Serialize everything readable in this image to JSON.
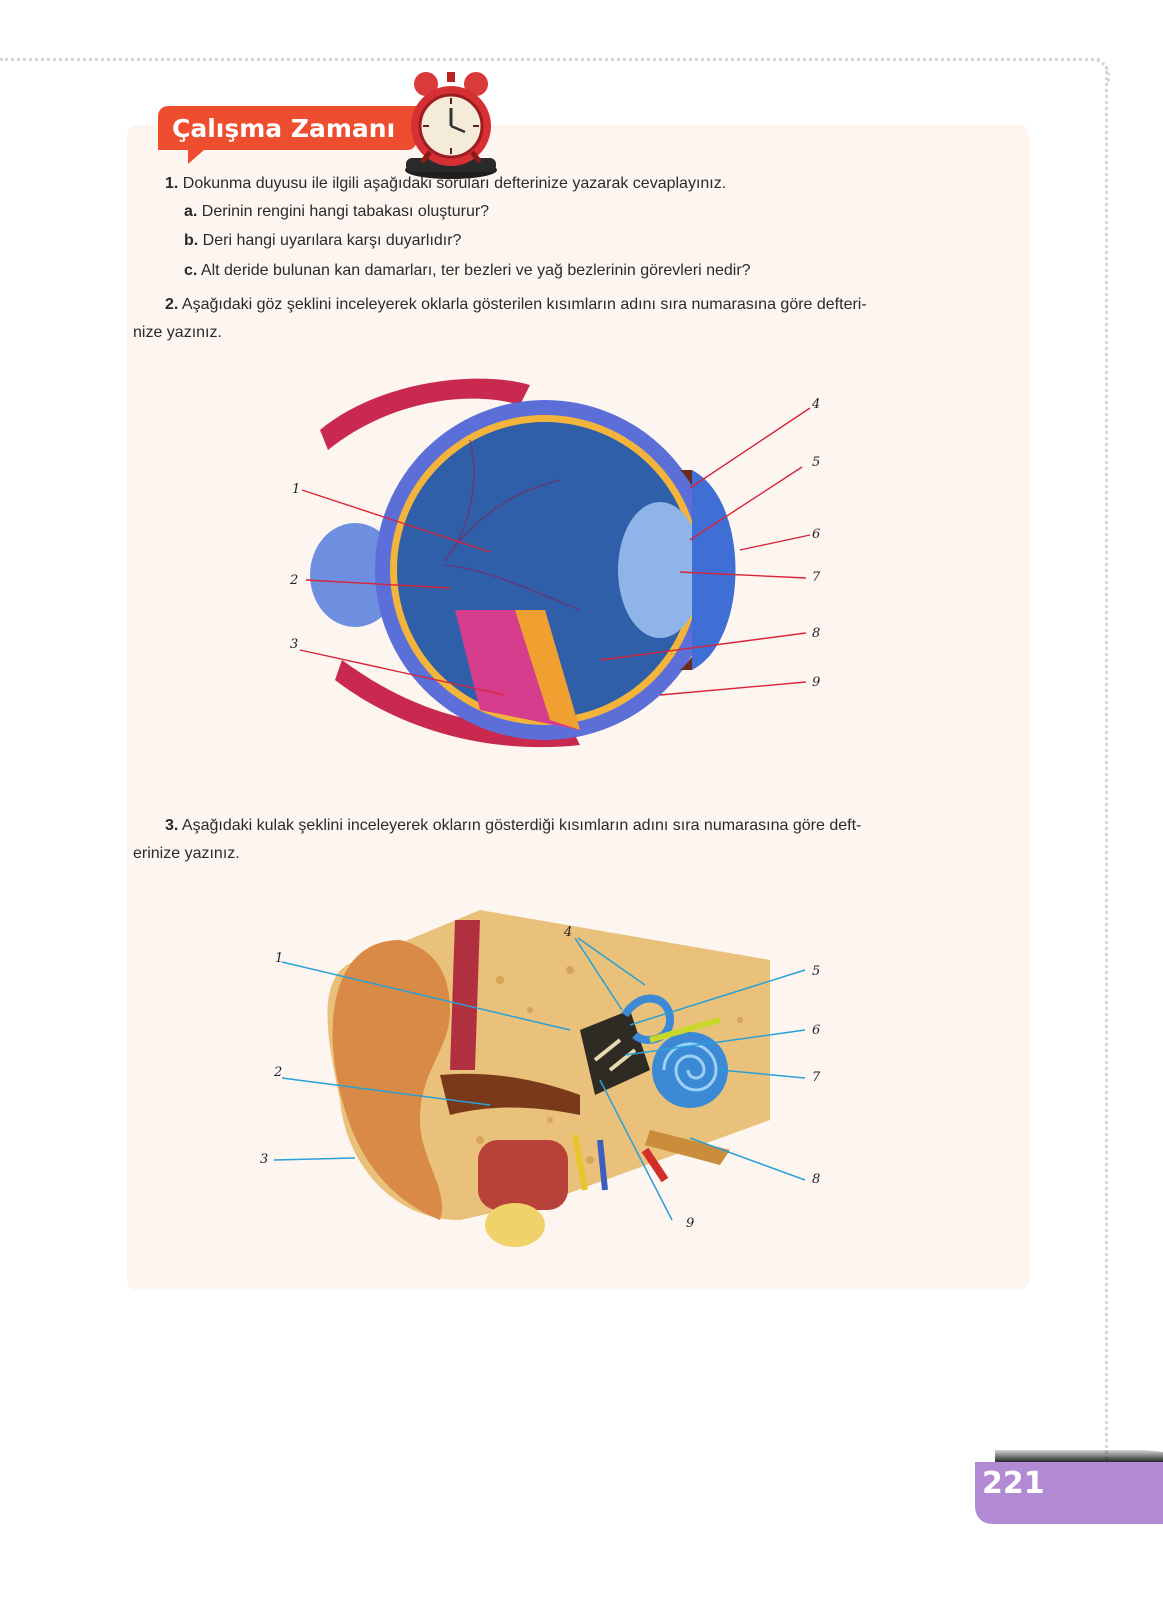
{
  "section": {
    "title": "Çalışma Zamanı"
  },
  "questions": {
    "q1": {
      "number": "1.",
      "text": "Dokunma duyusu ile ilgili aşağıdaki soruları defterinize yazarak cevaplayınız.",
      "items": [
        {
          "letter": "a.",
          "text": "Derinin rengini hangi tabakası oluşturur?"
        },
        {
          "letter": "b.",
          "text": "Deri hangi uyarılara karşı duyarlıdır?"
        },
        {
          "letter": "c.",
          "text": "Alt deride bulunan kan damarları, ter bezleri ve yağ bezlerinin görevleri nedir?"
        }
      ]
    },
    "q2": {
      "number": "2.",
      "text_line1": "Aşağıdaki göz şeklini inceleyerek oklarla gösterilen kısımların adını sıra numarasına göre defteri-",
      "text_line2": "nize yazınız."
    },
    "q3": {
      "number": "3.",
      "text_line1": "Aşağıdaki kulak şeklini inceleyerek okların gösterdiği kısımların adını sıra numarasına göre deft-",
      "text_line2": "erinize yazınız."
    }
  },
  "eye_labels": [
    "1",
    "2",
    "3",
    "4",
    "5",
    "6",
    "7",
    "8",
    "9"
  ],
  "ear_labels": [
    "1",
    "2",
    "3",
    "4",
    "5",
    "6",
    "7",
    "8",
    "9"
  ],
  "page_number": "221",
  "colors": {
    "tab": "#ee4d2f",
    "panel": "#fdf5f0",
    "page_tab": "#b28ad3",
    "eye_pointer": "#d8243a",
    "ear_pointer": "#2aa0d6"
  }
}
